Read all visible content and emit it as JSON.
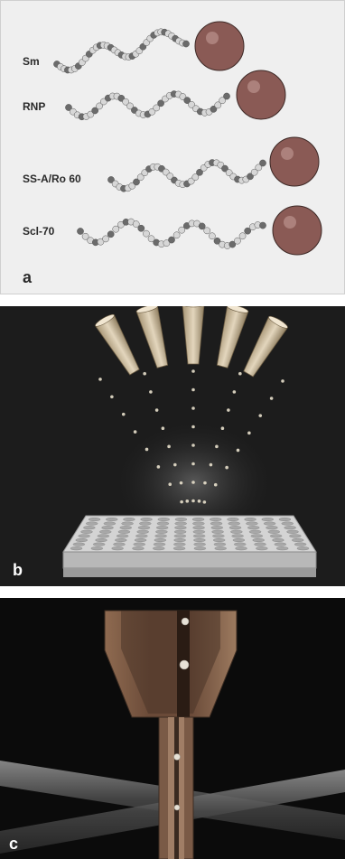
{
  "panel_a": {
    "letter": "a",
    "molecules": [
      {
        "label": "Sm"
      },
      {
        "label": "RNP"
      },
      {
        "label": "SS-A/Ro 60"
      },
      {
        "label": "Scl-70"
      }
    ]
  },
  "panel_b": {
    "letter": "b"
  },
  "panel_c": {
    "letter": "c"
  },
  "colors": {
    "sphere": "#8a5a55",
    "bead_light": "#d7d7d7",
    "bead_dark": "#6b6b6b",
    "tip": "#c9b79a",
    "plate": "#cfcfcf",
    "beam": "#5c5c5c"
  }
}
